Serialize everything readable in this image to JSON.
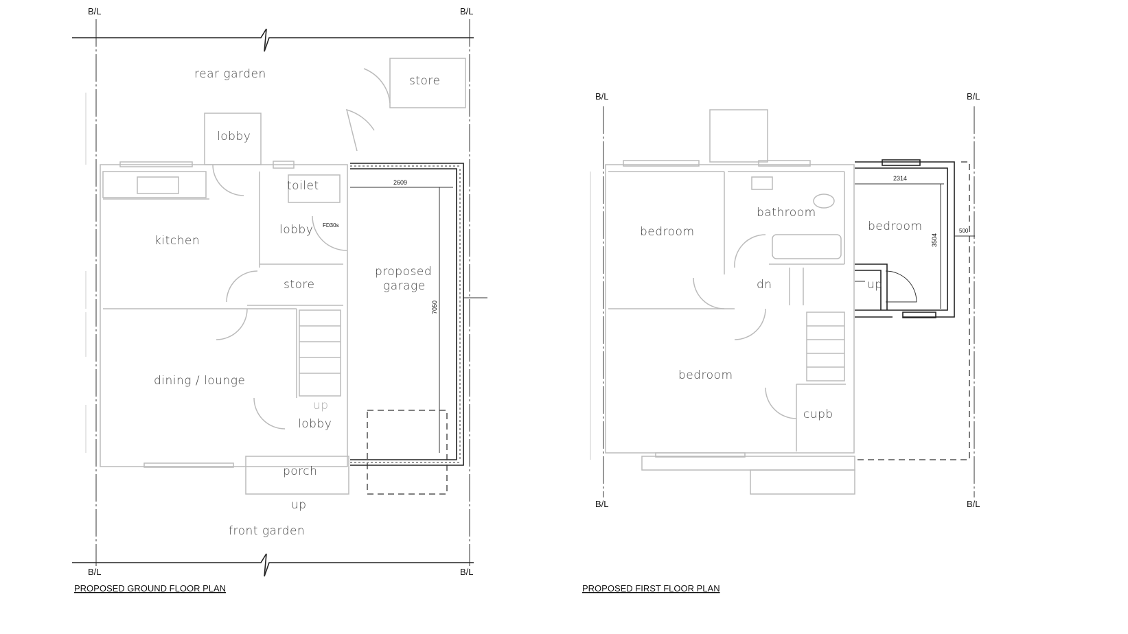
{
  "ground_floor": {
    "title": "PROPOSED GROUND FLOOR PLAN",
    "boundary_label": "B/L",
    "rooms": {
      "rear_garden": "rear garden",
      "store_outside": "store",
      "lobby_rear": "lobby",
      "toilet": "toilet",
      "kitchen": "kitchen",
      "lobby_mid": "lobby",
      "store": "store",
      "garage": "proposed",
      "garage2": "garage",
      "dining": "dining / lounge",
      "up_stair": "up",
      "lobby_front": "lobby",
      "porch": "porch",
      "up_porch": "up",
      "front_garden": "front garden"
    },
    "door_tag": "FD30s",
    "dim_width": "2609",
    "dim_length": "7050"
  },
  "first_floor": {
    "title": "PROPOSED FIRST FLOOR PLAN",
    "boundary_label": "B/L",
    "rooms": {
      "bedroom1": "bedroom",
      "bathroom": "bathroom",
      "bedroom_new": "bedroom",
      "dn": "dn",
      "up": "up",
      "bedroom2": "bedroom",
      "cupb": "cupb"
    },
    "dim_width": "2314",
    "dim_length": "3504",
    "dim_offset": "500"
  }
}
